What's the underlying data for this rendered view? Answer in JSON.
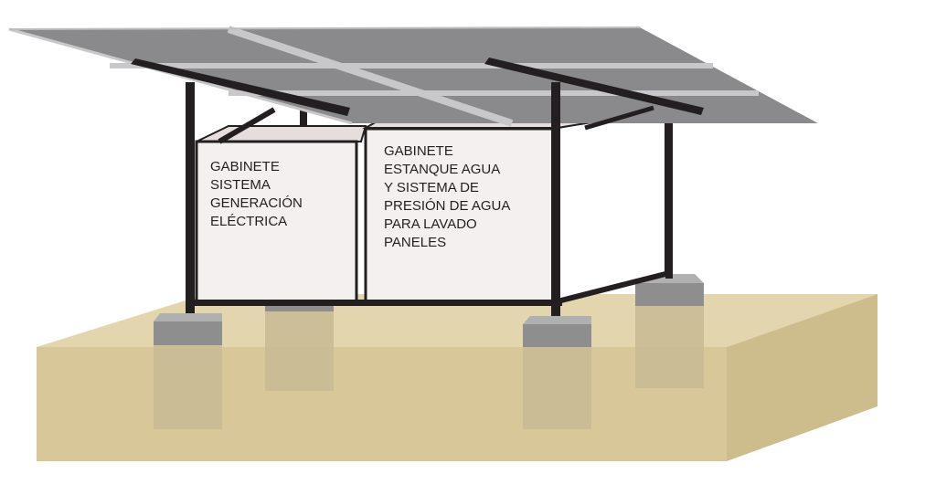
{
  "cabinets": {
    "left": {
      "lines": [
        "GABINETE",
        "SISTEMA",
        "GENERACIÓN",
        "ELÉCTRICA"
      ]
    },
    "right": {
      "lines": [
        "GABINETE",
        "ESTANQUE AGUA",
        "Y SISTEMA DE",
        "PRESIÓN DE AGUA",
        "PARA LAVADO",
        "PANELES"
      ]
    }
  },
  "colors": {
    "ground_top": "#e3d6ae",
    "ground_front": "#d8c899",
    "panel": "#8a8a8c",
    "frame": "#231f20",
    "cabinet": "#f3f0ef",
    "footing": "#8e8e8e"
  }
}
